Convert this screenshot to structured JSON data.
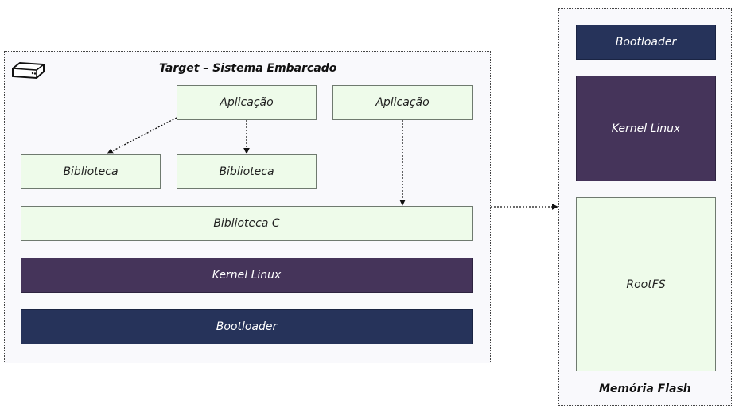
{
  "target": {
    "title": "Target – Sistema Embarcado",
    "app_left": "Aplicação",
    "app_right": "Aplicação",
    "lib_left": "Biblioteca",
    "lib_mid": "Biblioteca",
    "libc": "Biblioteca C",
    "kernel": "Kernel Linux",
    "bootloader": "Bootloader"
  },
  "flash": {
    "title": "Memória Flash",
    "bootloader": "Bootloader",
    "kernel": "Kernel Linux",
    "rootfs": "RootFS"
  },
  "colors": {
    "light_fill": "#eefbea",
    "kernel_fill": "#45345a",
    "boot_fill": "#26335a"
  },
  "icons": {
    "device": "embedded-device-icon"
  }
}
